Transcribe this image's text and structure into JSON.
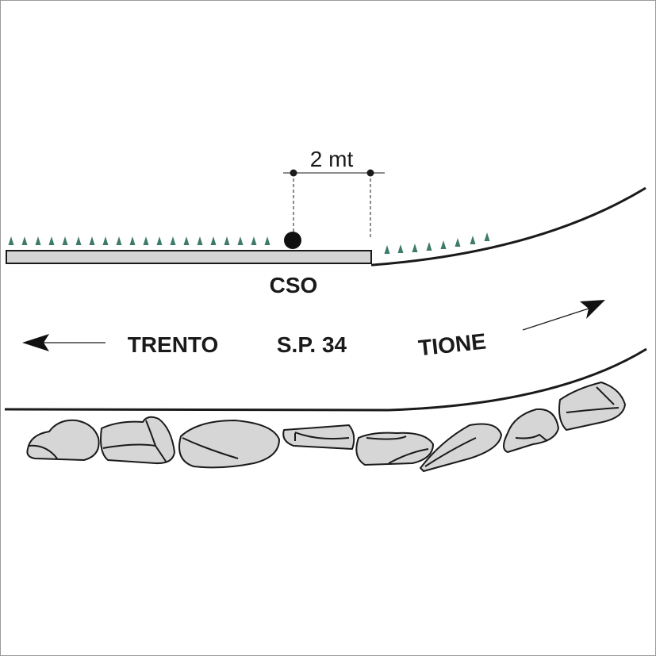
{
  "labels": {
    "distance": "2 mt",
    "site": "CSO",
    "left_destination": "TRENTO",
    "road": "S.P. 34",
    "right_destination": "TIONE"
  },
  "colors": {
    "line": "#1a1a1a",
    "sidewalk_fill": "#d4d4d4",
    "rock_fill": "#d6d6d6",
    "grass": "#3d7a6a",
    "border": "#9a9a9a"
  }
}
